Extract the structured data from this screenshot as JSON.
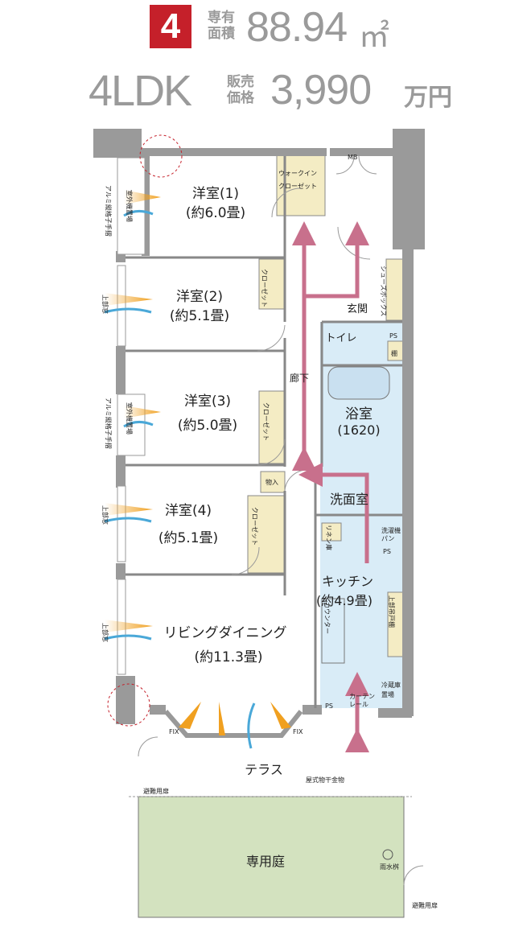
{
  "header": {
    "plan_number": "4",
    "area_label_1": "専有",
    "area_label_2": "面積",
    "area_value": "88.94",
    "area_unit": "㎡",
    "layout_type": "4LDK",
    "price_label_1": "販売",
    "price_label_2": "価格",
    "price_value": "3,990",
    "price_unit": "万円"
  },
  "rooms": {
    "room1_name": "洋室(1)",
    "room1_size": "(約6.0畳)",
    "room2_name": "洋室(2)",
    "room2_size": "(約5.1畳)",
    "room3_name": "洋室(3)",
    "room3_size": "(約5.0畳)",
    "room4_name": "洋室(4)",
    "room4_size": "(約5.1畳)",
    "ldk_name": "リビングダイニング",
    "ldk_size": "(約11.3畳)",
    "bath_name": "浴室",
    "bath_size": "(1620)",
    "washroom": "洗面室",
    "kitchen_name": "キッチン",
    "kitchen_size": "(約4.9畳)",
    "entrance": "玄関",
    "toilet": "トイレ",
    "corridor": "廊下",
    "terrace": "テラス",
    "garden": "専用庭"
  },
  "labels": {
    "mb": "MB",
    "walkin_1": "ウォークイン",
    "walkin_2": "クローゼット",
    "closet": "クローゼット",
    "shoe_box": "シューズボックス",
    "ps": "PS",
    "storage": "物入",
    "counter": "カウンター",
    "linen": "リネン庫",
    "washer_1": "洗濯機",
    "washer_2": "パン",
    "fridge_1": "冷蔵庫",
    "fridge_2": "置場",
    "curtain_1": "カーテン",
    "curtain_2": "レール",
    "outdoor_unit": "室外機置場",
    "aluminum_rail": "アルミ縦格子手摺",
    "evac_door": "避難用扉",
    "drain": "雨水桝",
    "clothes_dryer": "屋式物干金物",
    "fix": "FIX",
    "shelf": "棚",
    "upper_cabinet": "上部吊戸棚",
    "upper_vent": "上部窓"
  },
  "colors": {
    "accent_red": "#c5202a",
    "wall": "#9a9a9a",
    "arrow_pink": "#c8708c",
    "closet_fill": "#f4ecc4",
    "water_fill": "#d9ecf7",
    "garden_fill": "#d3e2bf",
    "sun_orange": "#f0a020",
    "breeze_blue": "#4aa8d8"
  }
}
